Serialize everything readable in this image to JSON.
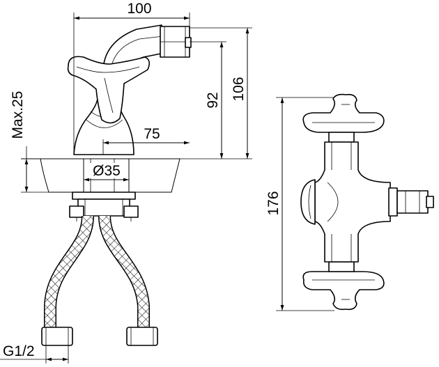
{
  "dimensions": {
    "width_top": "100",
    "height_92": "92",
    "height_106": "106",
    "max_25": "Max.25",
    "reach_75": "75",
    "hole_diameter": "Ø35",
    "side_height": "176",
    "thread": "G1/2"
  }
}
